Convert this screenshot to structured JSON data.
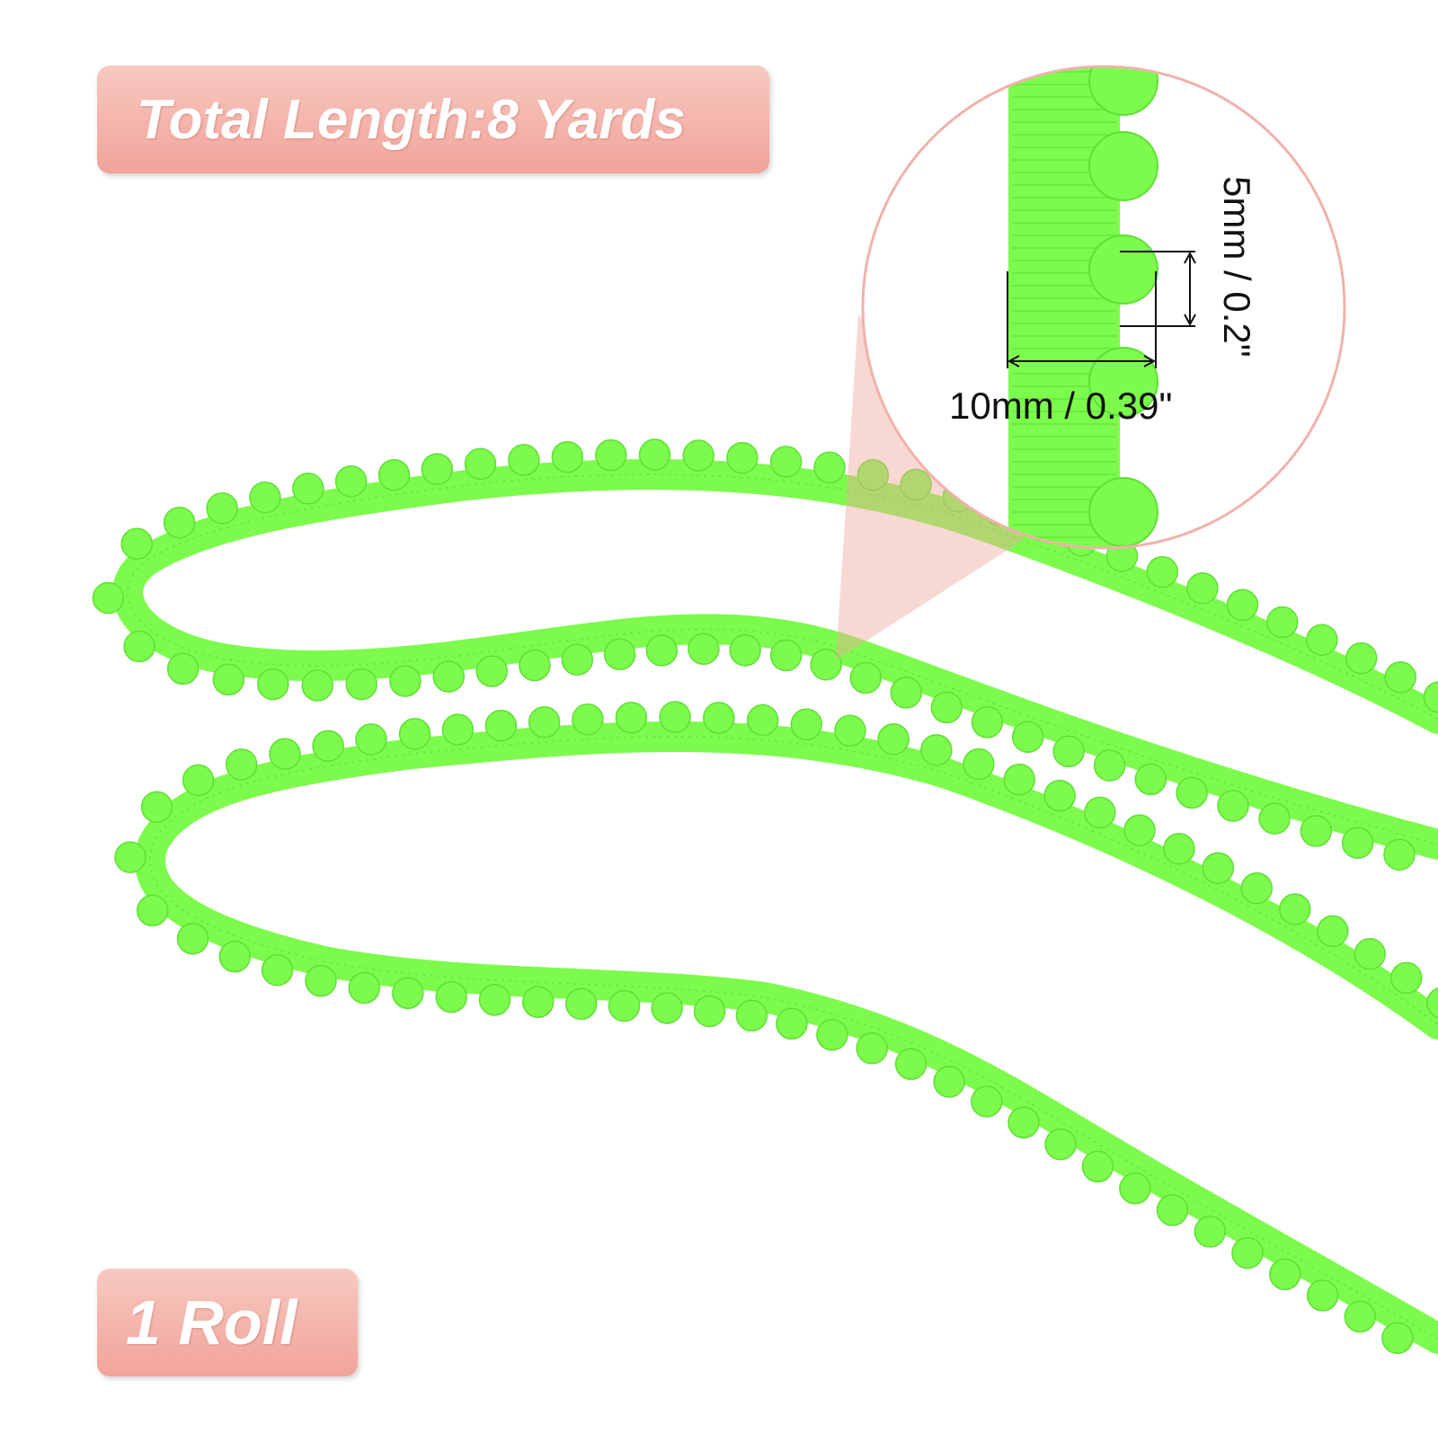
{
  "badges": {
    "total_length": "Total Length:8 Yards",
    "quantity": "1 Roll"
  },
  "dimensions": {
    "width": "10mm / 0.39\"",
    "height": "5mm / 0.2\""
  },
  "colors": {
    "trim": "#7cfb4c",
    "trim_shadow": "#5fdf36",
    "badge": "#f1a39a",
    "zoom_ring": "#f0b2aa"
  },
  "product": {
    "description_icon": "pom-pom-trim"
  }
}
